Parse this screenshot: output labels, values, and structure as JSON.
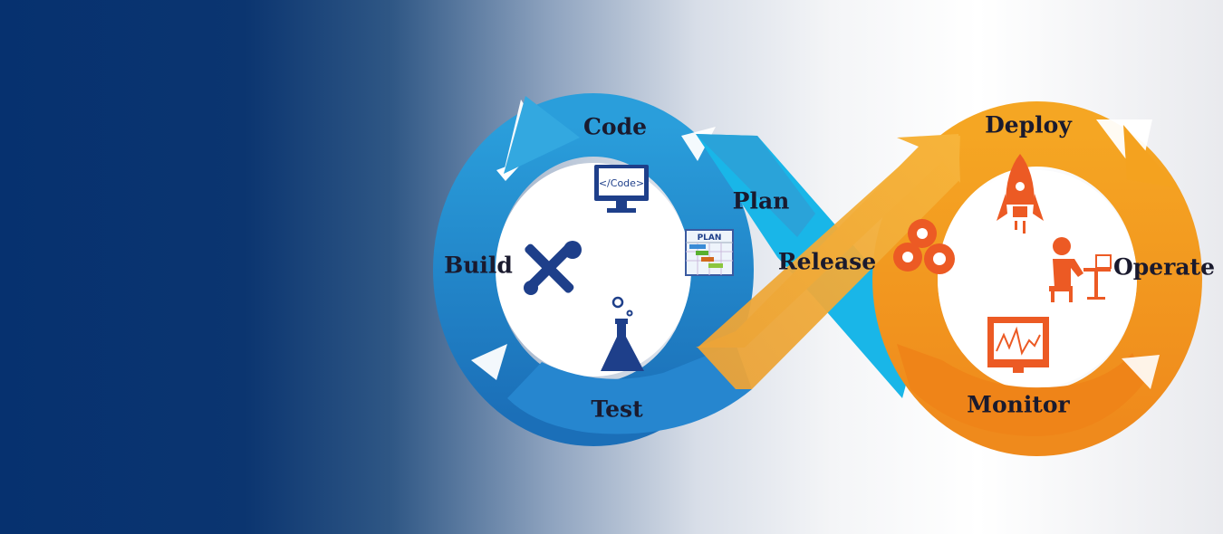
{
  "stages": {
    "code": "Code",
    "plan": "Plan",
    "build": "Build",
    "test": "Test",
    "release": "Release",
    "deploy": "Deploy",
    "operate": "Operate",
    "monitor": "Monitor"
  },
  "icons": {
    "code_screen_text": "</Code>",
    "plan_board_text": "PLAN",
    "list": [
      "monitor-code-icon",
      "plan-chart-icon",
      "tools-icon",
      "flask-icon",
      "gears-icon",
      "rocket-icon",
      "person-at-desk-icon",
      "monitor-chart-icon"
    ]
  },
  "colors": {
    "dev_loop": "#1f8ad0",
    "dev_loop_light": "#33b4e6",
    "ops_loop": "#f39a1e",
    "ops_loop_dark": "#ee7f1a",
    "dev_icons": "#1e3f8a",
    "ops_icons": "#ec5a24",
    "background_dark": "#06316f"
  }
}
